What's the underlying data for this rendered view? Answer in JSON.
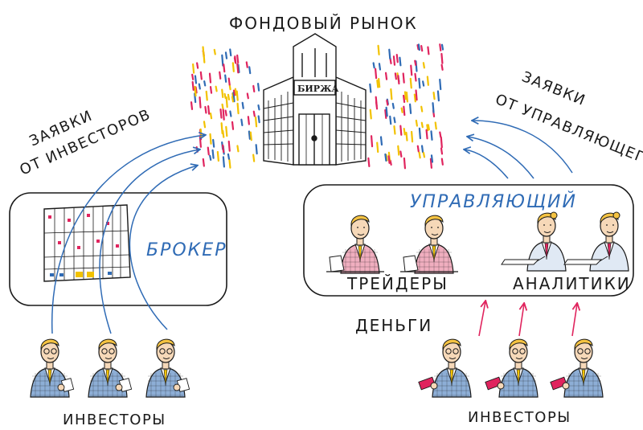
{
  "title": "ФОНДОВЫЙ РЫНОК",
  "exchange_sign": "БИРЖА",
  "left": {
    "orders_line1": "ЗАЯВКИ",
    "orders_line2": "ОТ ИНВЕСТОРОВ",
    "broker_label": "БРОКЕР",
    "investors_label": "ИНВЕСТОРЫ"
  },
  "right": {
    "orders_line1": "ЗАЯВКИ",
    "orders_line2": "ОТ УПРАВЛЯЮЩЕГО",
    "manager_label": "УПРАВЛЯЮЩИЙ",
    "traders_label": "ТРЕЙДЕРЫ",
    "analysts_label": "АНАЛИТИКИ",
    "money_label": "ДЕНЬГИ",
    "investors_label": "ИНВЕСТОРЫ"
  },
  "colors": {
    "blue": "#2f6bb5",
    "red": "#e0245e",
    "yellow": "#f2c200",
    "ink": "#1a1a1a",
    "skin": "#f6d8b8",
    "hair": "#f5c342",
    "pink_jacket": "#e36b8a"
  }
}
